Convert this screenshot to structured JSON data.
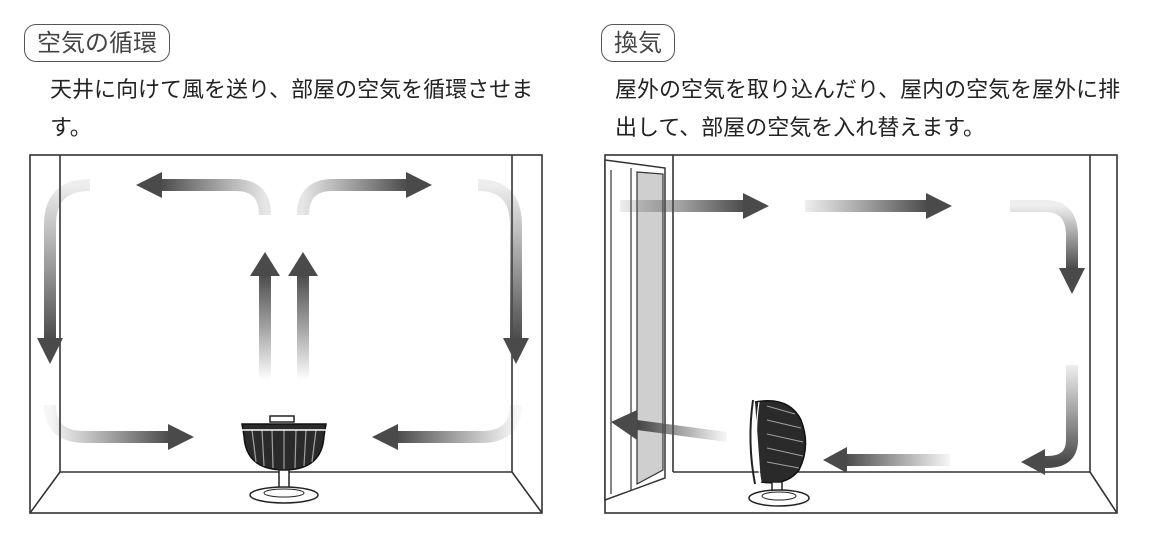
{
  "panels": [
    {
      "title": "空気の循環",
      "description": "天井に向けて風を送り、部屋の空気を循環させます。"
    },
    {
      "title": "換気",
      "description": "屋外の空気を取り込んだり、屋内の空気を屋外に排出して、部屋の空気を入れ替えます。"
    }
  ]
}
